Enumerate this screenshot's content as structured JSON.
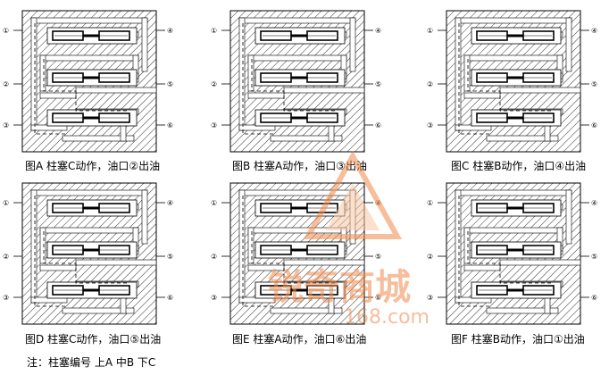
{
  "panels": [
    {
      "id": "A",
      "caption": "图A  柱塞C动作，油口②出油"
    },
    {
      "id": "B",
      "caption": "图B  柱塞A动作，油口③出油"
    },
    {
      "id": "C",
      "caption": "图C  柱塞B动作，油口④出油"
    },
    {
      "id": "D",
      "caption": "图D  柱塞C动作，油口⑤出油"
    },
    {
      "id": "E",
      "caption": "图E  柱塞A动作，油口⑥出油"
    },
    {
      "id": "F",
      "caption": "图F  柱塞B动作，油口①出油"
    }
  ],
  "ports_left": [
    "①",
    "②",
    "③"
  ],
  "ports_right": [
    "④",
    "⑤",
    "⑥"
  ],
  "note": "注：柱塞编号  上A  中B  下C",
  "watermark": {
    "text": "锐奇商城",
    "url": "168.com"
  },
  "colors": {
    "ink": "#000000",
    "watermark": "#f08a4b",
    "flow": "#000000"
  }
}
